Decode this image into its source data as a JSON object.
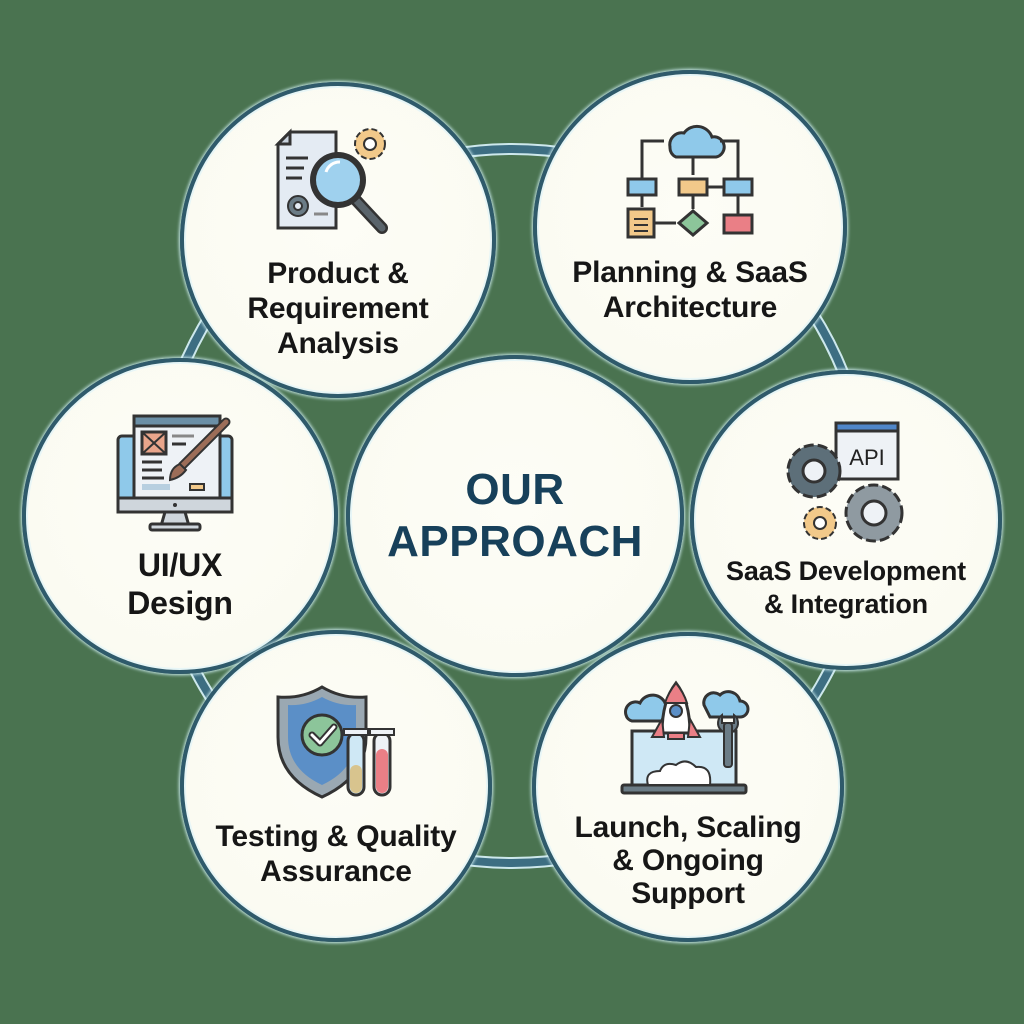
{
  "diagram": {
    "title_line1": "OUR",
    "title_line2": "APPROACH",
    "colors": {
      "background": "#4a7350",
      "ring": "#3d6e82",
      "circle_border": "#2f5a6b",
      "circle_fill": "#fbfbf2",
      "title_text": "#17405a",
      "label_text": "#161616",
      "icon_blue": "#8fc9ea",
      "icon_orange": "#f2c98a",
      "icon_green": "#8cc59a",
      "icon_red": "#ea7f86",
      "icon_gray": "#6b7c86"
    },
    "steps": [
      {
        "id": "product",
        "line1": "Product &",
        "line2": "Requirement",
        "line3": "Analysis",
        "icon": "document-magnifier-gear-icon"
      },
      {
        "id": "planning",
        "line1": "Planning & SaaS",
        "line2": "Architecture",
        "icon": "cloud-flowchart-icon"
      },
      {
        "id": "uiux",
        "line1": "UI/UX",
        "line2": "Design",
        "icon": "monitor-paintbrush-icon"
      },
      {
        "id": "development",
        "line1": "SaaS Development",
        "line2": "& Integration",
        "icon": "api-gears-icon",
        "api_text": "API"
      },
      {
        "id": "testing",
        "line1": "Testing & Quality",
        "line2": "Assurance",
        "icon": "shield-check-test-tubes-icon"
      },
      {
        "id": "launch",
        "line1": "Launch, Scaling",
        "line2": "& Ongoing",
        "line3": "Support",
        "icon": "rocket-laptop-wrench-icon"
      }
    ]
  }
}
